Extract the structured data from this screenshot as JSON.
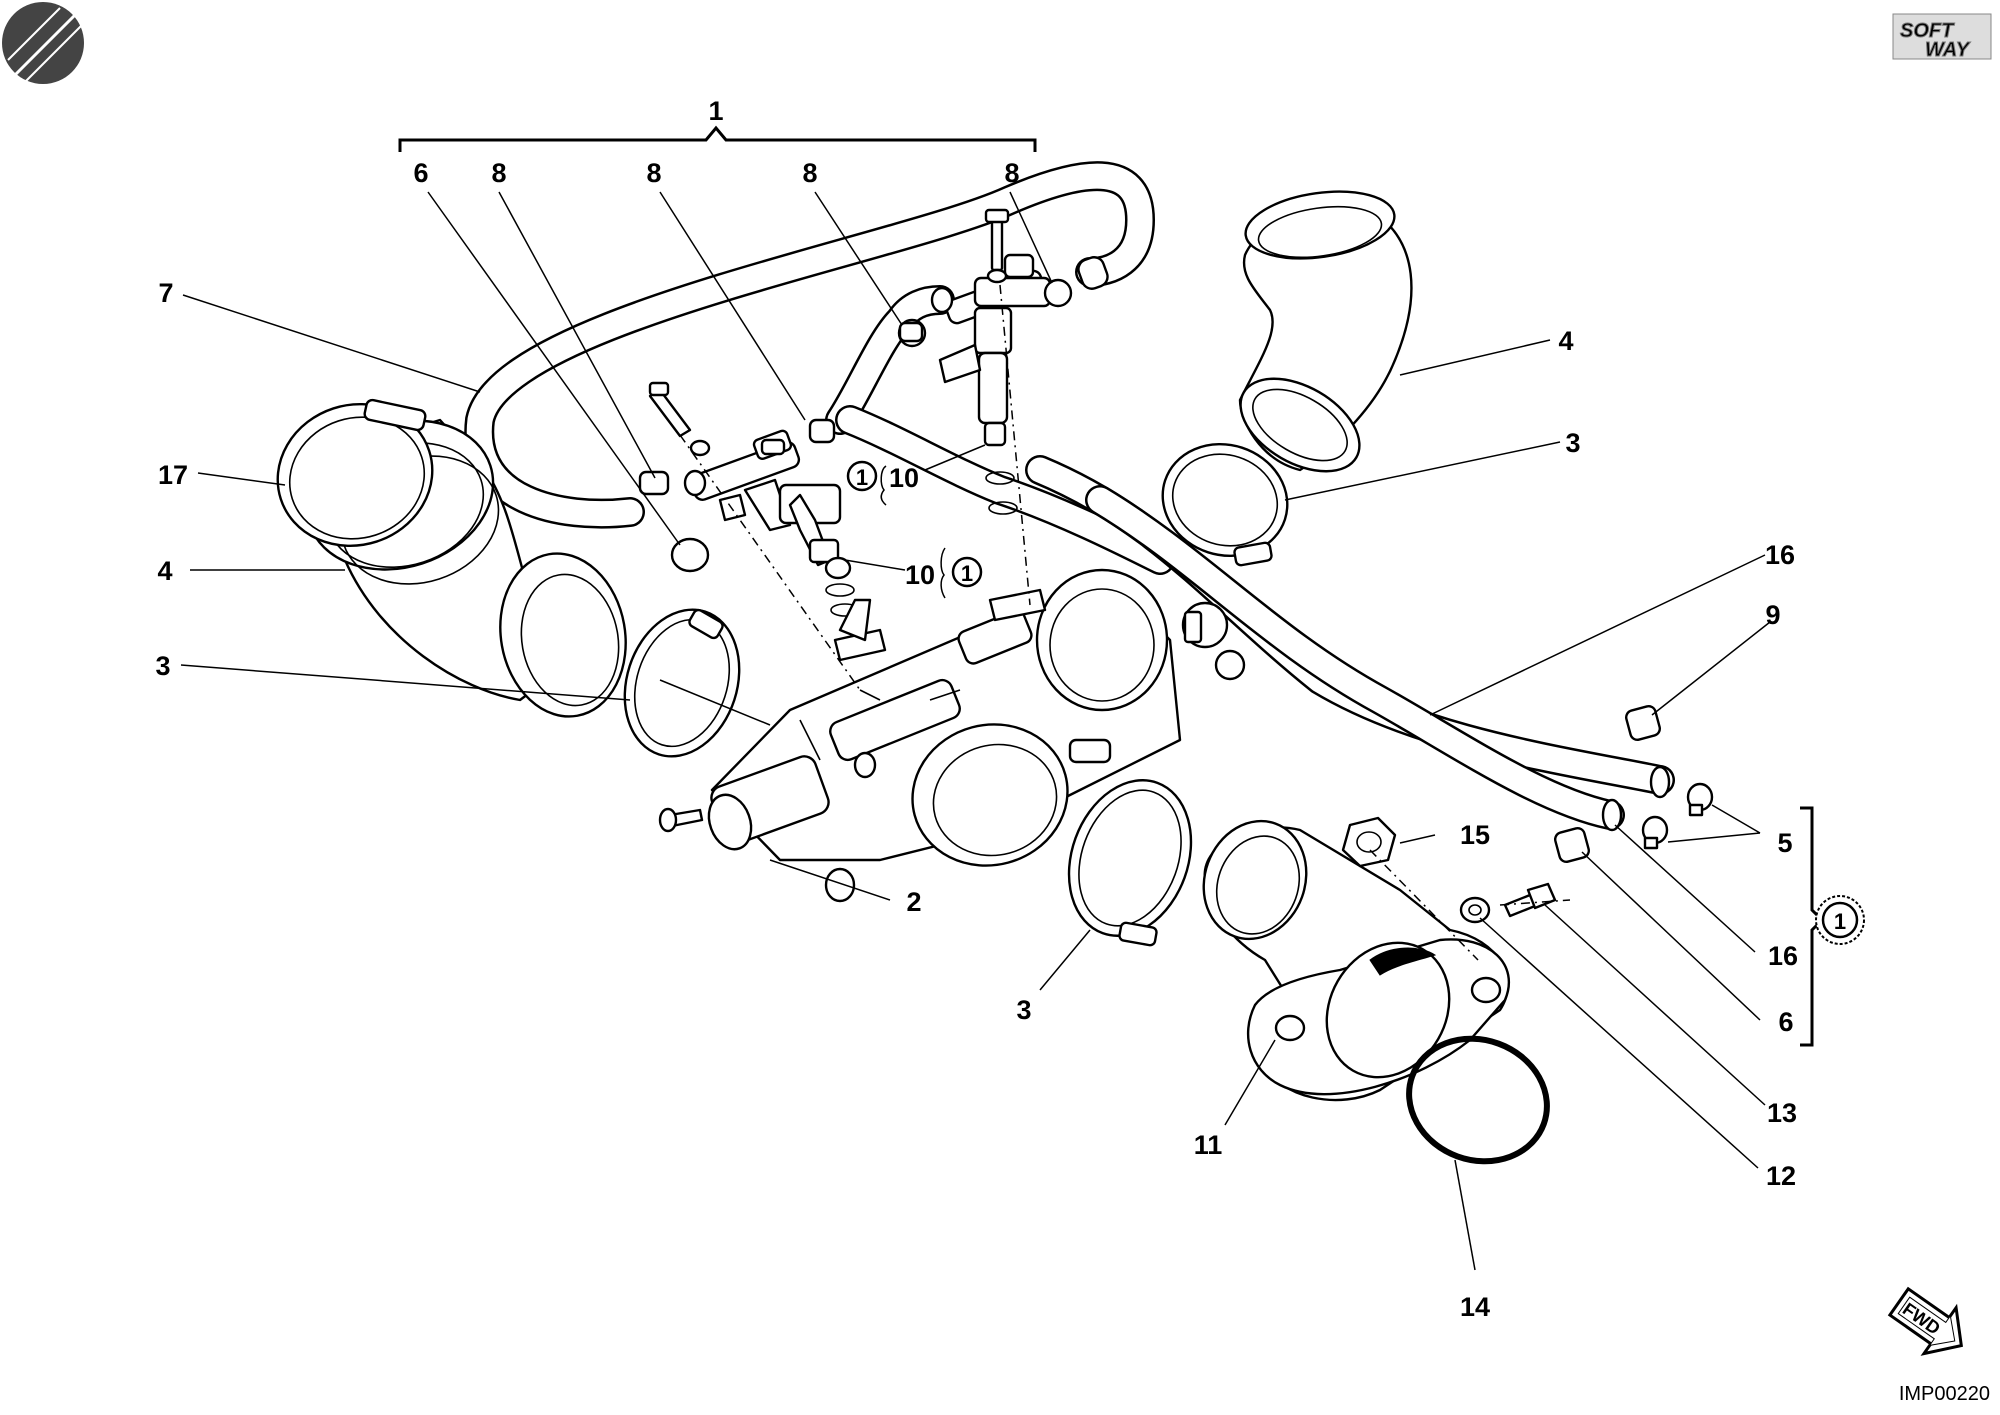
{
  "diagram": {
    "code": "IMP00220",
    "logo": {
      "line1": "SOFT",
      "line2": "WAY",
      "icon": "softway-logo"
    },
    "fwd": {
      "label": "FWD",
      "icon": "fwd-arrow-icon"
    },
    "kit_marker": "1",
    "callouts": [
      {
        "id": "c1",
        "text": "1"
      },
      {
        "id": "c6a",
        "text": "6"
      },
      {
        "id": "c8a",
        "text": "8"
      },
      {
        "id": "c8b",
        "text": "8"
      },
      {
        "id": "c8c",
        "text": "8"
      },
      {
        "id": "c8d",
        "text": "8"
      },
      {
        "id": "c7",
        "text": "7"
      },
      {
        "id": "c4a",
        "text": "4"
      },
      {
        "id": "c17",
        "text": "17"
      },
      {
        "id": "c4b",
        "text": "4"
      },
      {
        "id": "c3a",
        "text": "3"
      },
      {
        "id": "c3b",
        "text": "3"
      },
      {
        "id": "c10a",
        "text": "10"
      },
      {
        "id": "c10b",
        "text": "10"
      },
      {
        "id": "c16a",
        "text": "16"
      },
      {
        "id": "c9",
        "text": "9"
      },
      {
        "id": "c5",
        "text": "5"
      },
      {
        "id": "c15",
        "text": "15"
      },
      {
        "id": "c16b",
        "text": "16"
      },
      {
        "id": "c6b",
        "text": "6"
      },
      {
        "id": "c2",
        "text": "2"
      },
      {
        "id": "c3c",
        "text": "3"
      },
      {
        "id": "c11",
        "text": "11"
      },
      {
        "id": "c13",
        "text": "13"
      },
      {
        "id": "c12",
        "text": "12"
      },
      {
        "id": "c14",
        "text": "14"
      }
    ]
  }
}
